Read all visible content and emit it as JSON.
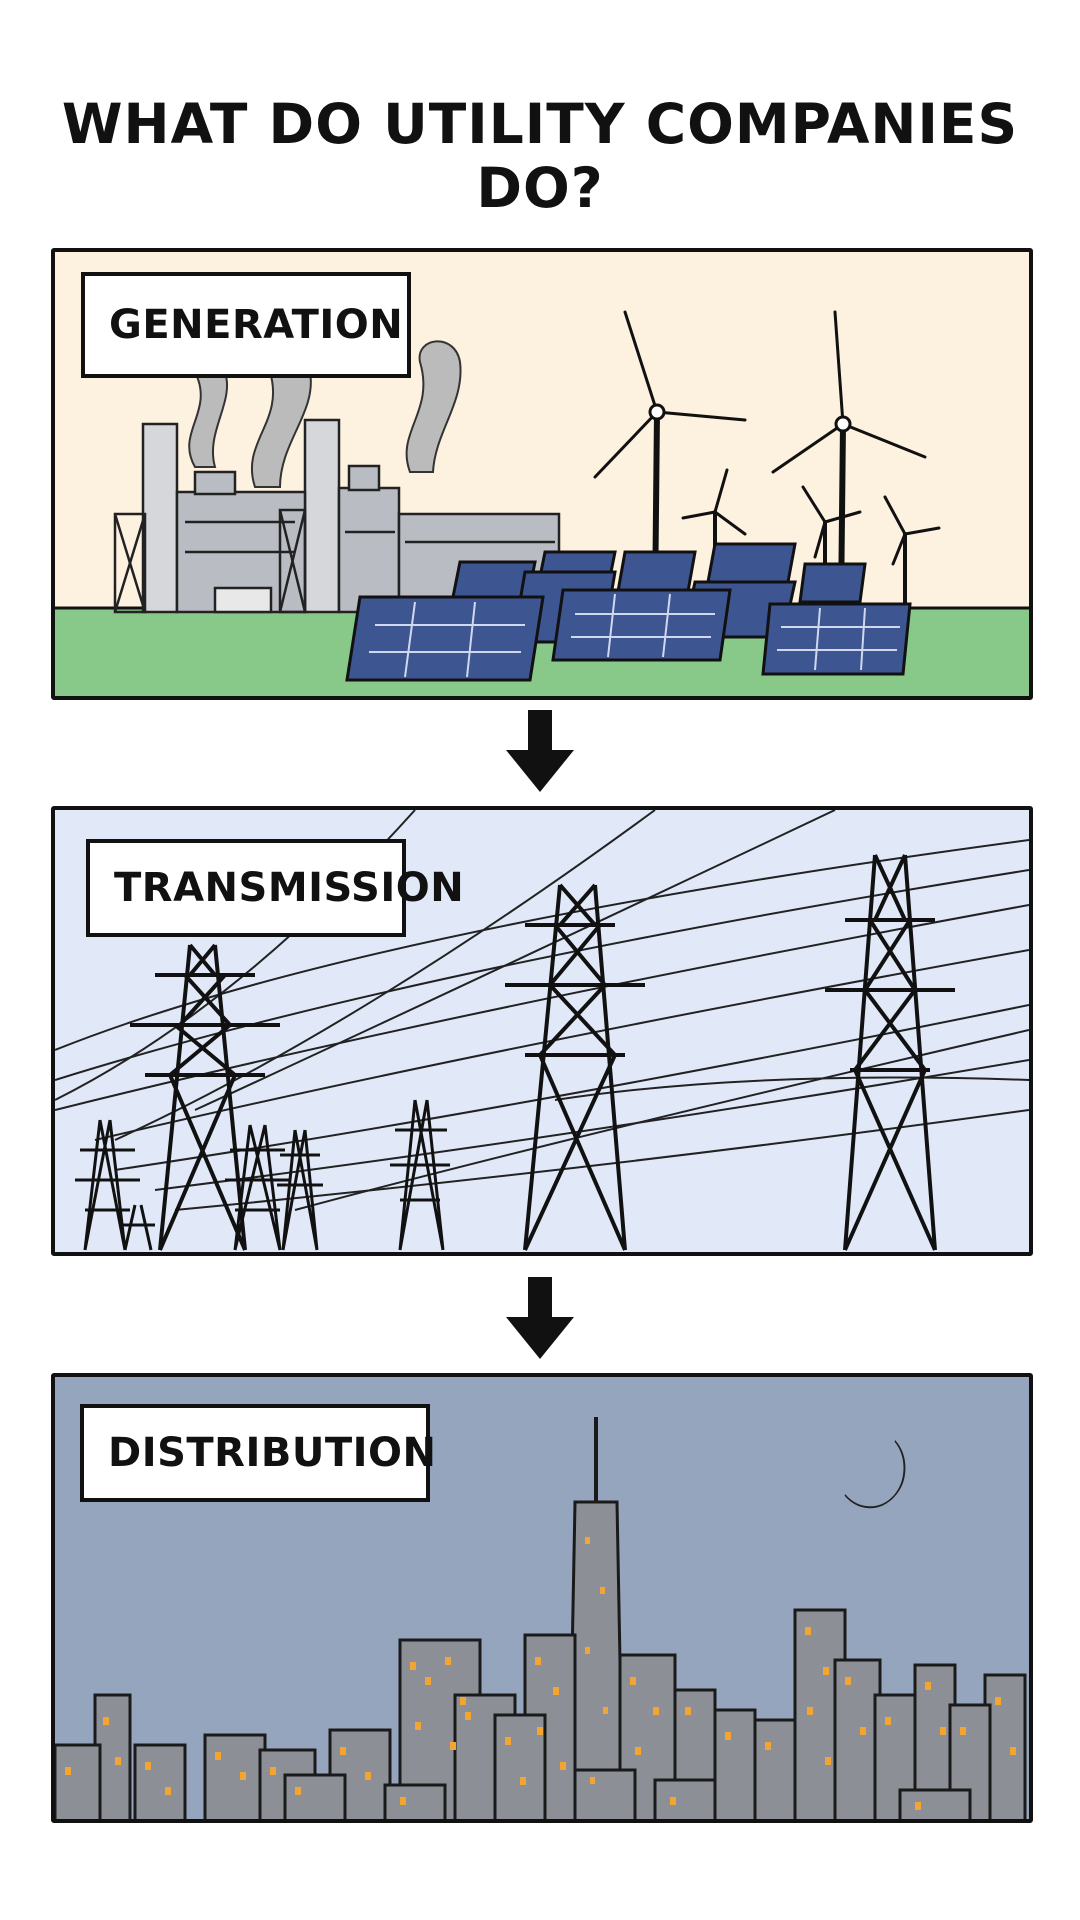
{
  "title": "WHAT DO UTILITY COMPANIES DO?",
  "stages": [
    {
      "label": "GENERATION"
    },
    {
      "label": "TRANSMISSION"
    },
    {
      "label": "DISTRIBUTION"
    }
  ],
  "colors": {
    "generation_sky": "#fdf1e0",
    "ground": "#88c98a",
    "solar_panel": "#3d5590",
    "transmission_sky": "#e1e9f8",
    "night_sky": "#96a5be",
    "building": "#8c8f96",
    "window_light": "#f2a533",
    "outline": "#111111"
  },
  "icons": [
    "arrow-down-icon",
    "moon-icon"
  ]
}
